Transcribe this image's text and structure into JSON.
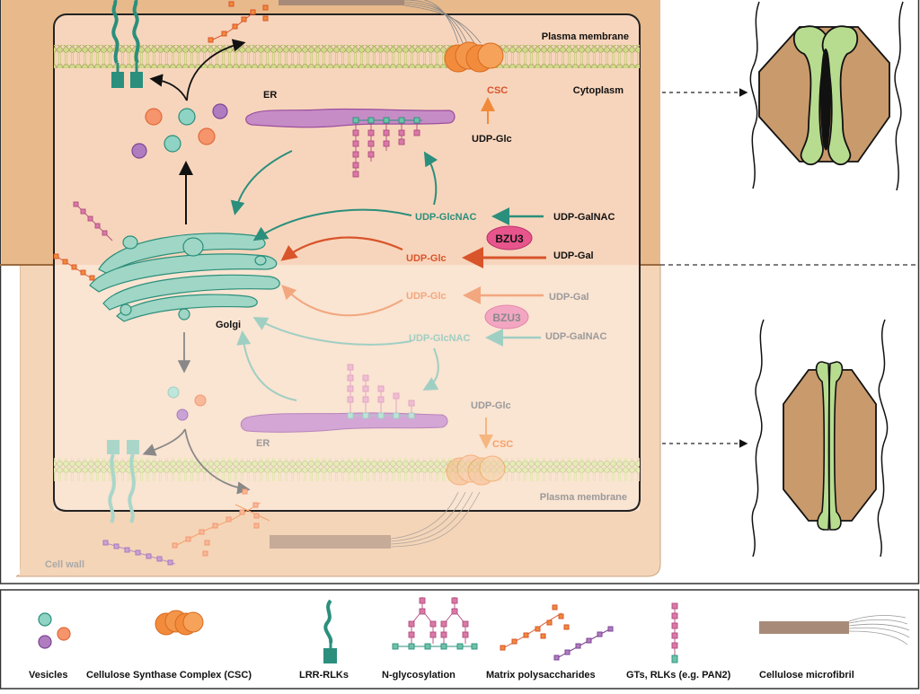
{
  "labels": {
    "plasma_membrane_top": "Plasma membrane",
    "cytoplasm": "Cytoplasm",
    "csc_top": "CSC",
    "udp_glc_top": "UDP-Glc",
    "er_top": "ER",
    "golgi": "Golgi",
    "udp_glcnac_strong": "UDP-GlcNAC",
    "udp_galnac_strong": "UDP-GalNAC",
    "bzu3_strong": "BZU3",
    "udp_glc_strong": "UDP-Glc",
    "udp_gal_strong": "UDP-Gal",
    "udp_glc_faint": "UDP-Glc",
    "udp_gal_faint": "UDP-Gal",
    "bzu3_faint": "BZU3",
    "udp_glcnac_faint": "UDP-GlcNAC",
    "udp_galnac_faint": "UDP-GalNAC",
    "udp_glc_bottom": "UDP-Glc",
    "csc_bottom": "CSC",
    "er_bottom": "ER",
    "plasma_membrane_bottom": "Plasma membrane",
    "cell_wall": "Cell wall"
  },
  "legend": {
    "items": [
      {
        "label": "Vesicles",
        "icon": "vesicles-icon"
      },
      {
        "label": "Cellulose Synthase Complex (CSC)",
        "icon": "csc-icon"
      },
      {
        "label": "LRR-RLKs",
        "icon": "lrr-rlk-icon"
      },
      {
        "label": "N-glycosylation",
        "icon": "n-glycan-icon"
      },
      {
        "label": "Matrix polysaccharides",
        "icon": "matrix-polysaccharide-icon"
      },
      {
        "label": "GTs, RLKs (e.g. PAN2)",
        "icon": "gt-rlk-icon"
      },
      {
        "label": "Cellulose microfibril",
        "icon": "microfibril-icon"
      }
    ]
  },
  "colors": {
    "cell_wall": "#e8b98a",
    "cytoplasm": "#f7d5bc",
    "teal": "#2a8f7c",
    "orange_red": "#d9542b",
    "orange": "#f08a3a",
    "purple": "#9b4f9e",
    "er_purple": "#b46bb0",
    "stomata_brown": "#c99a6c",
    "stomata_green": "#b7dc8f"
  }
}
